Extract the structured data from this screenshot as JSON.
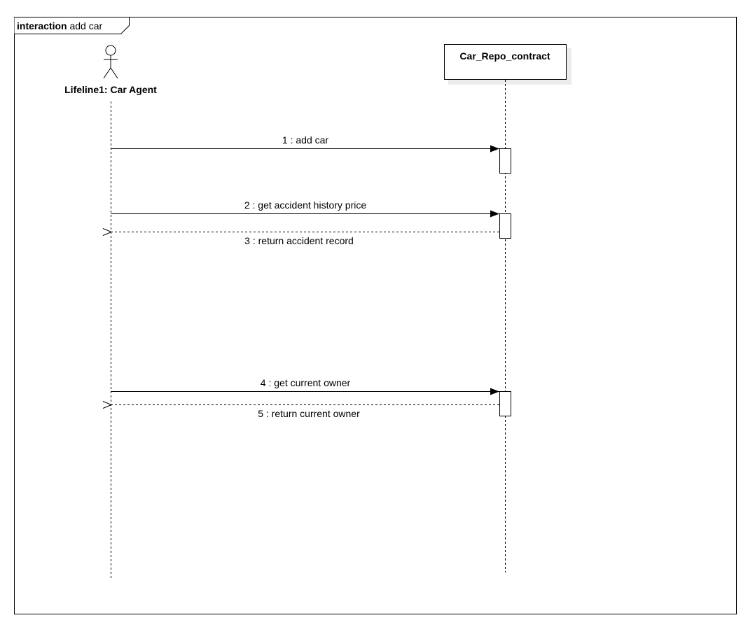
{
  "frame": {
    "keyword": "interaction",
    "name": " add car"
  },
  "lifelines": [
    {
      "label": "Lifeline1: Car Agent",
      "kind": "actor"
    },
    {
      "label": "Car_Repo_contract",
      "kind": "object"
    }
  ],
  "messages": [
    {
      "label": "1 : add car",
      "kind": "sync"
    },
    {
      "label": "2 : get accident history price",
      "kind": "sync"
    },
    {
      "label": "3 : return accident record",
      "kind": "reply"
    },
    {
      "label": "4 : get current owner",
      "kind": "sync"
    },
    {
      "label": "5 : return current owner",
      "kind": "reply"
    }
  ]
}
